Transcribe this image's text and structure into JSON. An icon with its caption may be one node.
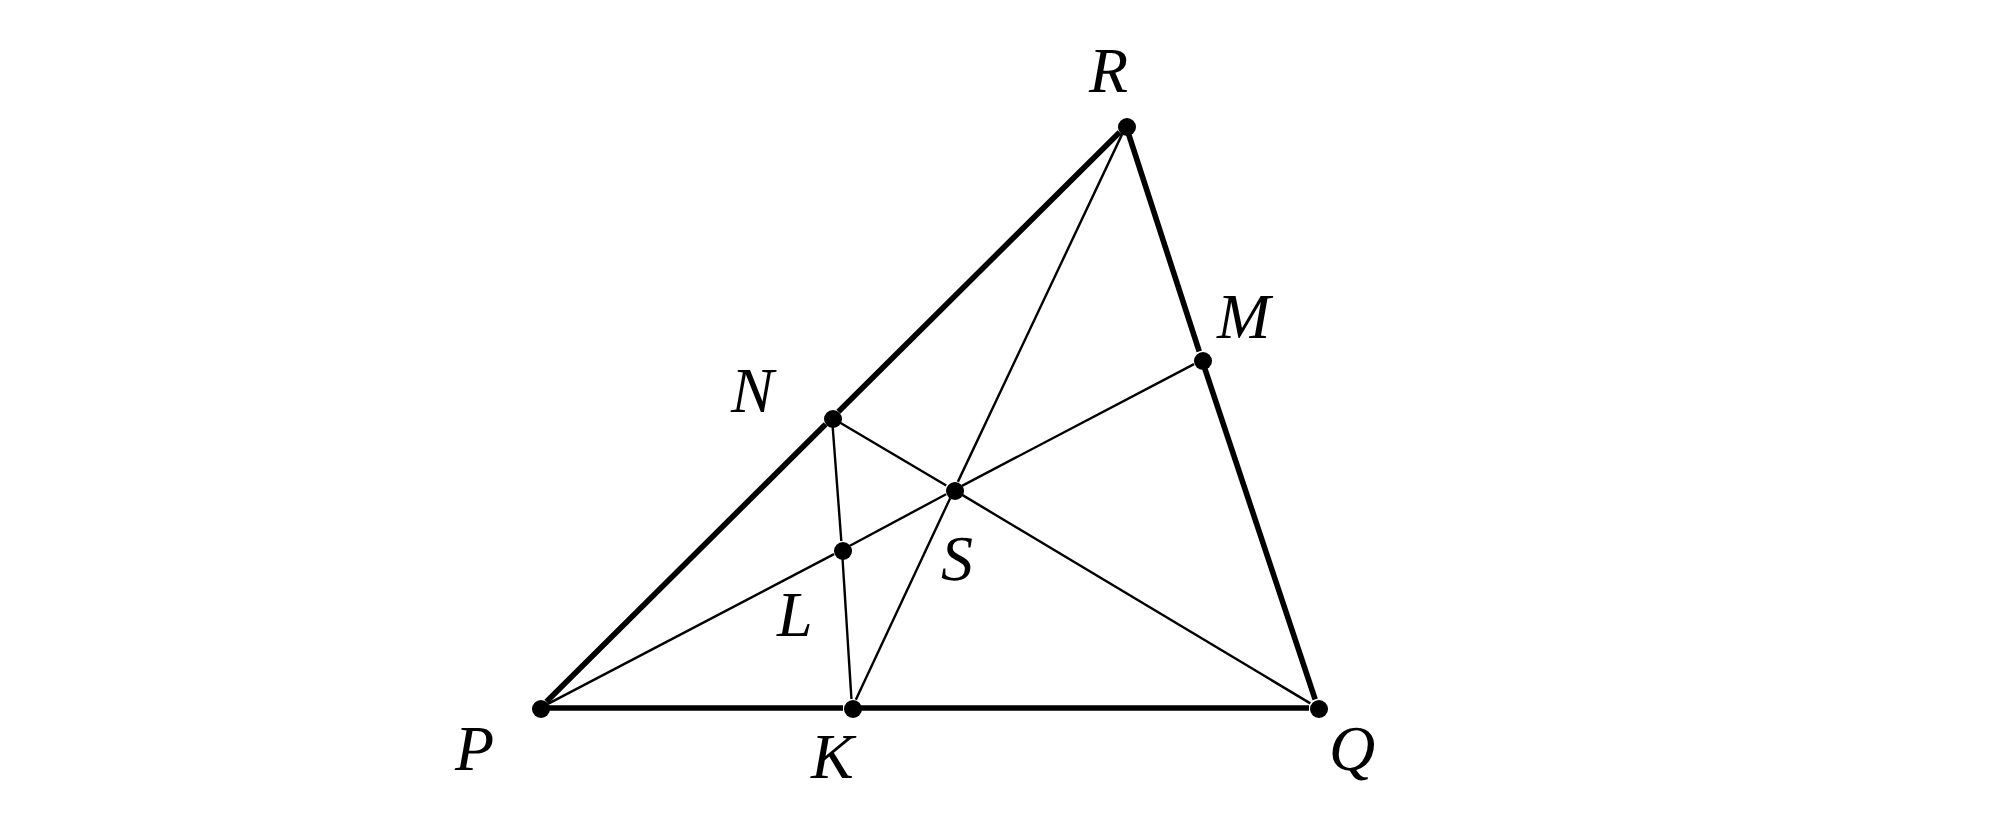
{
  "diagram": {
    "nodes": [
      {
        "text": [
          "R"
        ]
      },
      {
        "text": [
          "M"
        ]
      },
      {
        "text": [
          "N"
        ]
      },
      {
        "text": [
          "S"
        ]
      },
      {
        "text": [
          "L"
        ]
      },
      {
        "text": [
          "P"
        ]
      },
      {
        "text": [
          "K"
        ]
      },
      {
        "text": [
          "Q"
        ]
      }
    ],
    "edges": [
      {
        "from": 5,
        "to": 6,
        "arrow": "none",
        "style": "thick"
      },
      {
        "from": 6,
        "to": 7,
        "arrow": "none",
        "style": "thick"
      },
      {
        "from": 7,
        "to": 1,
        "arrow": "none",
        "style": "thick"
      },
      {
        "from": 1,
        "to": 0,
        "arrow": "none",
        "style": "thick"
      },
      {
        "from": 0,
        "to": 2,
        "arrow": "none",
        "style": "thick"
      },
      {
        "from": 2,
        "to": 5,
        "arrow": "none",
        "style": "thick"
      },
      {
        "from": 0,
        "to": 3,
        "arrow": "none"
      },
      {
        "from": 3,
        "to": 6,
        "arrow": "none"
      },
      {
        "from": 5,
        "to": 4,
        "arrow": "none"
      },
      {
        "from": 4,
        "to": 3,
        "arrow": "none"
      },
      {
        "from": 3,
        "to": 1,
        "arrow": "none"
      },
      {
        "from": 2,
        "to": 3,
        "arrow": "none"
      },
      {
        "from": 3,
        "to": 7,
        "arrow": "none"
      },
      {
        "from": 2,
        "to": 4,
        "arrow": "none"
      },
      {
        "from": 4,
        "to": 6,
        "arrow": "none"
      }
    ]
  }
}
